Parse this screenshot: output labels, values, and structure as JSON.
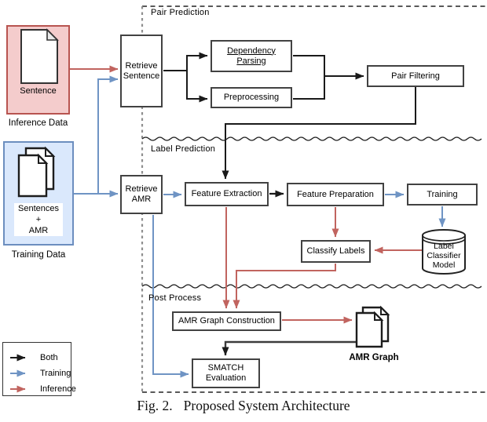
{
  "figure": {
    "regions": {
      "pair": "Pair Prediction",
      "label": "Label Prediction",
      "post": "Post Process"
    },
    "nodes": {
      "retrieve_sentence": "Retrieve Sentence",
      "dependency_parsing": "Dependency Parsing",
      "preprocessing": "Preprocessing",
      "pair_filtering": "Pair Filtering",
      "retrieve_amr": "Retrieve AMR",
      "feature_extraction": "Feature Extraction",
      "feature_preparation": "Feature Preparation",
      "training": "Training",
      "classify_labels": "Classify Labels",
      "label_classifier_model_lines": [
        "Label",
        "Classifier",
        "Model"
      ],
      "amr_graph_construction": "AMR Graph Construction",
      "smatch_evaluation": "SMATCH Evaluation"
    },
    "sources": {
      "sentence_label": "Sentence",
      "inference_caption": "Inference Data",
      "training_doc_lines": [
        "Sentences",
        "+",
        "AMR"
      ],
      "training_caption": "Training Data",
      "amr_graph_caption": "AMR Graph"
    },
    "legend": {
      "items": [
        {
          "label": "Both",
          "color": "#1a1a1a"
        },
        {
          "label": "Training",
          "color": "#6f94c4"
        },
        {
          "label": "Inference",
          "color": "#c1645f"
        }
      ]
    },
    "caption": {
      "prefix": "Fig. 2.",
      "title": "Proposed System Architecture"
    },
    "colors": {
      "both_arrow": "#1a1a1a",
      "training_arrow": "#6f94c4",
      "inference_arrow": "#c1645f",
      "inference_box_fill": "#f4cccc",
      "inference_box_stroke": "#b85450",
      "training_box_fill": "#dae8fc",
      "training_box_stroke": "#6c8ebf"
    }
  }
}
